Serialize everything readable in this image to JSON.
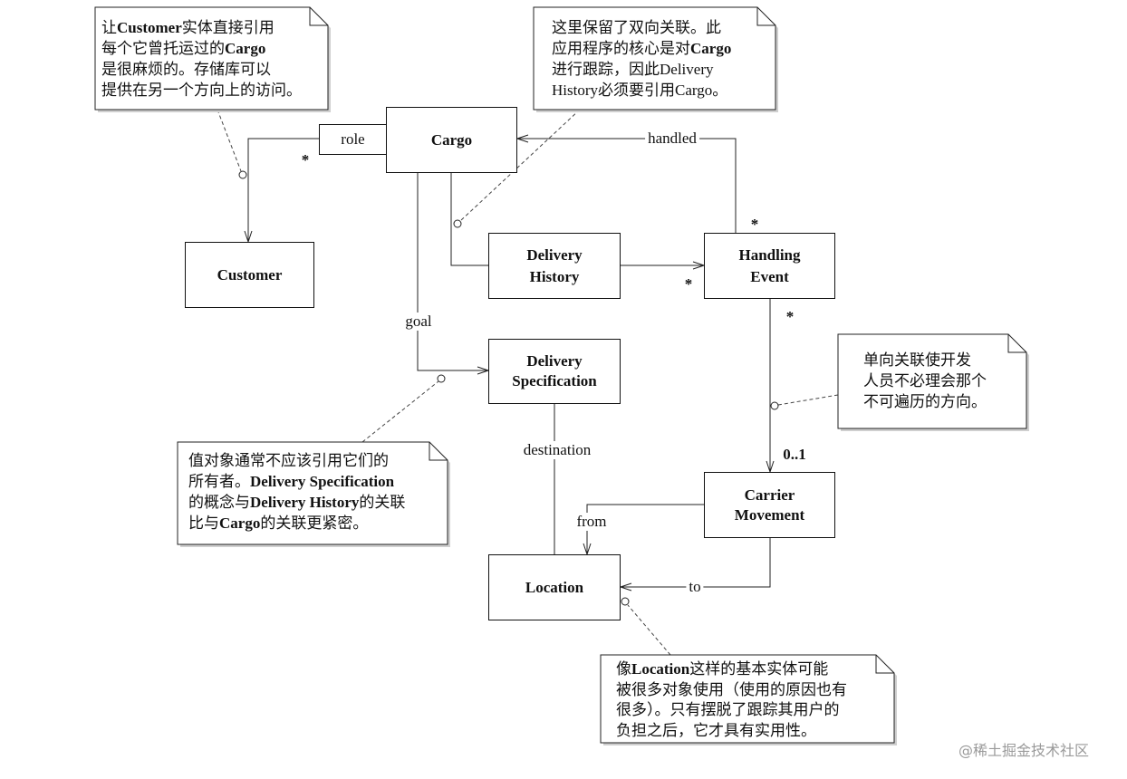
{
  "classes": {
    "cargo": "Cargo",
    "customer": "Customer",
    "delivery_history": [
      "Delivery",
      "History"
    ],
    "handling_event": [
      "Handling",
      "Event"
    ],
    "delivery_specification": [
      "Delivery",
      "Specification"
    ],
    "carrier_movement": [
      "Carrier",
      "Movement"
    ],
    "location": "Location"
  },
  "qualifier": "role",
  "associations": {
    "handled": "handled",
    "goal": "goal",
    "destination": "destination",
    "from": "from",
    "to": "to"
  },
  "multiplicities": {
    "cargo_customer": "*",
    "handled_event_end": "*",
    "history_event_end": "*",
    "event_movement_source": "*",
    "event_movement_target": "0..1"
  },
  "notes": {
    "customer_note": [
      [
        "让",
        "Customer",
        "实体直接引用"
      ],
      [
        "每个它曾托运过的",
        "Cargo"
      ],
      [
        "是很麻烦的。存储库可以"
      ],
      [
        "提供在另一个方向上的访问。"
      ]
    ],
    "bidirectional_note": [
      [
        "这里保留了双向关联。此"
      ],
      [
        "应用程序的核心是对",
        "Cargo"
      ],
      [
        "进行跟踪，因此Delivery"
      ],
      [
        "History必须要引用Cargo。"
      ]
    ],
    "unidirectional_note": [
      [
        "单向关联使开发"
      ],
      [
        "人员不必理会那个"
      ],
      [
        "不可遍历的方向。"
      ]
    ],
    "value_object_note": [
      [
        "值对象通常不应该引用它们的"
      ],
      [
        "所有者。",
        "Delivery Specification"
      ],
      [
        "的概念与",
        "Delivery History",
        "的关联"
      ],
      [
        "比与",
        "Cargo",
        "的关联更紧密。"
      ]
    ],
    "location_note": [
      [
        "像",
        "Location",
        "这样的基本实体可能"
      ],
      [
        "被很多对象使用（使用的原因也有"
      ],
      [
        "很多）。只有摆脱了跟踪其用户的"
      ],
      [
        "负担之后，它才具有实用性。"
      ]
    ]
  },
  "watermark": "@稀土掘金技术社区"
}
